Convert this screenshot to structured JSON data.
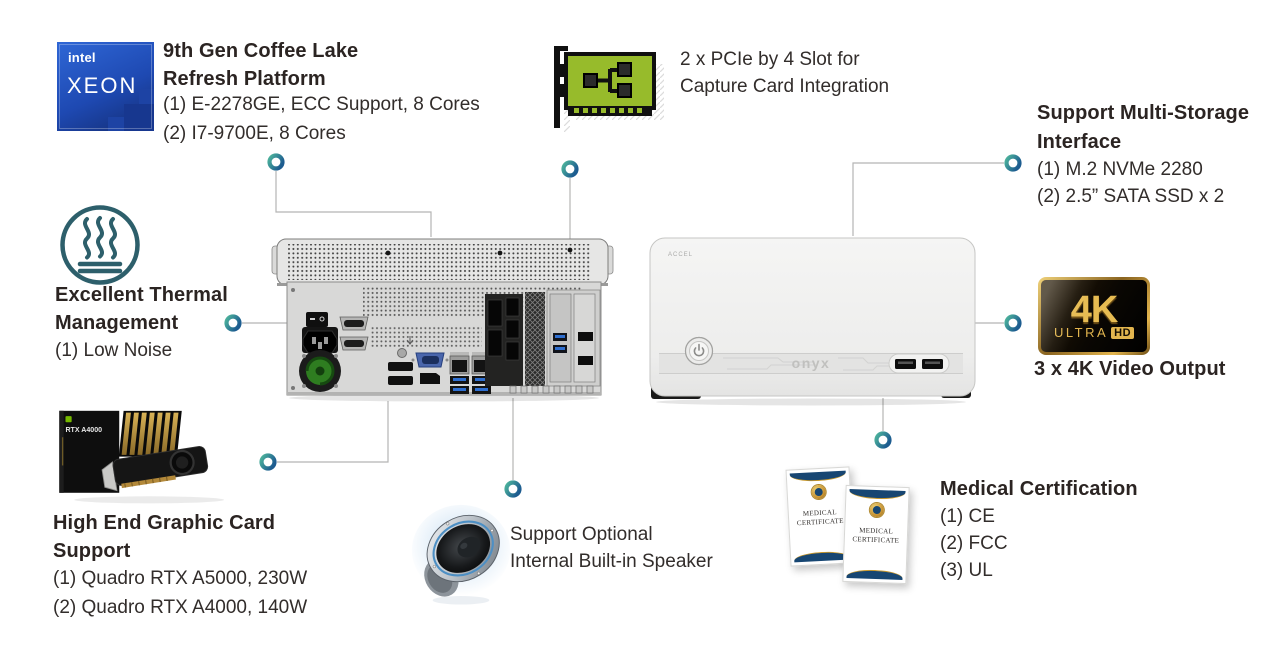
{
  "colors": {
    "background": "#ffffff",
    "title_text": "#2b2422",
    "body_text": "#322d2b",
    "connector_line": "#b5b5b4",
    "marker_gradient": [
      "#4db49c",
      "#1d5c90"
    ],
    "thermal_icon": "#2d5f6b",
    "pcie_card_green": "#97bb2b",
    "intel_xeon_blue": "#2f67d6",
    "gold": "#e2b54e",
    "certificate_navy": "#174672",
    "nvidia_green": "#76b900"
  },
  "features": {
    "cpu": {
      "badge_brand": "intel",
      "badge_product": "XEON",
      "title": "9th Gen Coffee Lake\nRefresh Platform",
      "items": [
        "(1) E-2278GE, ECC Support, 8 Cores",
        "(2) I7-9700E, 8 Cores"
      ]
    },
    "pcie": {
      "text": "2 x PCIe by 4 Slot for\nCapture Card Integration"
    },
    "storage": {
      "title": "Support Multi-Storage\nInterface",
      "items": [
        "(1) M.2 NVMe 2280",
        "(2) 2.5” SATA SSD x 2"
      ]
    },
    "thermal": {
      "title": "Excellent Thermal\nManagement",
      "items": [
        "(1) Low Noise"
      ]
    },
    "video4k": {
      "logo_k": "4K",
      "logo_ultra": "ULTRA",
      "logo_hd": "HD",
      "title": "3 x 4K Video Output"
    },
    "gpu": {
      "box_label": "RTX A4000",
      "title": "High End Graphic Card\nSupport",
      "items": [
        "(1) Quadro RTX A5000, 230W",
        "(2) Quadro RTX A4000, 140W"
      ]
    },
    "speaker": {
      "text": "Support Optional\nInternal Built-in Speaker"
    },
    "medical": {
      "title": "Medical Certification",
      "certificate_label": "MEDICAL\nCERTIFICATE",
      "items": [
        "(1) CE",
        "(2) FCC",
        "(3) UL"
      ]
    }
  },
  "device": {
    "front": {
      "logo": "onyx",
      "model": "ACCEL"
    }
  }
}
